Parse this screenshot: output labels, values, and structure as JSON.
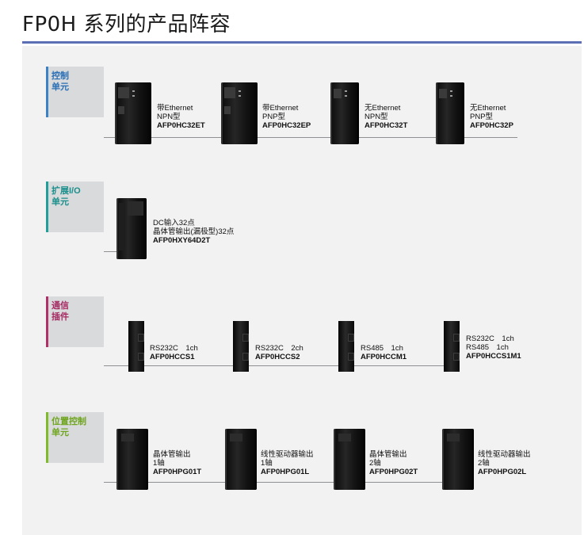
{
  "page": {
    "title": "FP0H  系列的产品阵容",
    "accent_color": "#5c6fb4"
  },
  "sections": [
    {
      "id": "control",
      "label_lines": [
        "控制",
        "单元"
      ],
      "color": "#3a82c5",
      "products": [
        {
          "lines": [
            "带Ethernet",
            "NPN型"
          ],
          "code": "AFP0HC32ET"
        },
        {
          "lines": [
            "带Ethernet",
            "PNP型"
          ],
          "code": "AFP0HC32EP"
        },
        {
          "lines": [
            "无Ethernet",
            "NPN型"
          ],
          "code": "AFP0HC32T"
        },
        {
          "lines": [
            "无Ethernet",
            "PNP型"
          ],
          "code": "AFP0HC32P"
        }
      ]
    },
    {
      "id": "expansion",
      "label_lines": [
        "扩展I/O",
        "单元"
      ],
      "color": "#1f9e9a",
      "products": [
        {
          "lines": [
            "DC输入32点",
            "晶体管输出(漏极型)32点"
          ],
          "code": "AFP0HXY64D2T"
        }
      ]
    },
    {
      "id": "comm",
      "label_lines": [
        "通信",
        "插件"
      ],
      "color": "#b0306a",
      "products": [
        {
          "lines": [
            "RS232C　1ch"
          ],
          "code": "AFP0HCCS1"
        },
        {
          "lines": [
            "RS232C　2ch"
          ],
          "code": "AFP0HCCS2"
        },
        {
          "lines": [
            "RS485　1ch"
          ],
          "code": "AFP0HCCM1"
        },
        {
          "lines": [
            "RS232C　1ch",
            "RS485　1ch"
          ],
          "code": "AFP0HCCS1M1"
        }
      ]
    },
    {
      "id": "position",
      "label_lines": [
        "位置控制",
        "单元"
      ],
      "color": "#7fba2a",
      "products": [
        {
          "lines": [
            "晶体管输出",
            "1轴"
          ],
          "code": "AFP0HPG01T"
        },
        {
          "lines": [
            "线性驱动器输出",
            "1轴"
          ],
          "code": "AFP0HPG01L"
        },
        {
          "lines": [
            "晶体管输出",
            "2轴"
          ],
          "code": "AFP0HPG02T"
        },
        {
          "lines": [
            "线性驱动器输出",
            "2轴"
          ],
          "code": "AFP0HPG02L"
        }
      ]
    }
  ]
}
